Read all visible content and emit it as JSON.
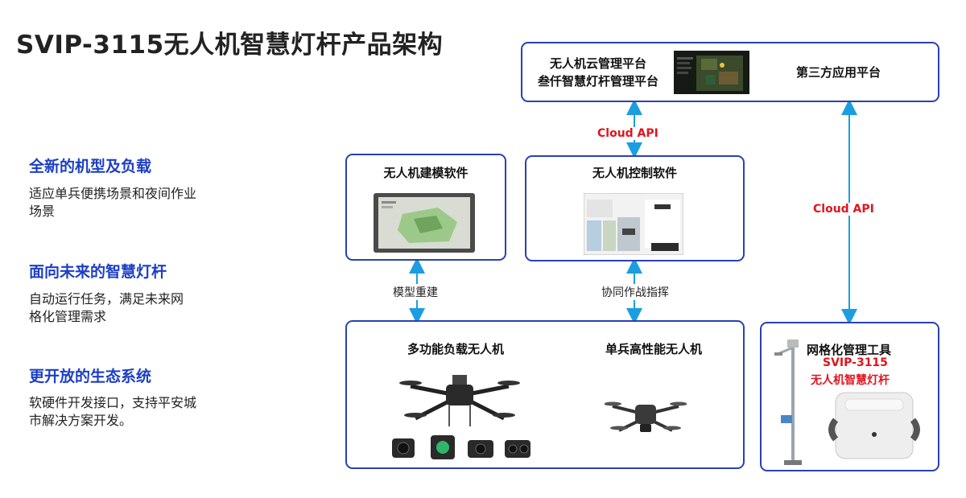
{
  "title": "SVIP-3115无人机智慧灯杆产品架构",
  "features": [
    {
      "heading": "全新的机型及负载",
      "body": "适应单兵便携场景和夜间作业场景"
    },
    {
      "heading": "面向未来的智慧灯杆",
      "body": "自动运行任务，满足未来网格化管理需求"
    },
    {
      "heading": "更开放的生态系统",
      "body": "软硬件开发接口，支持平安城市解决方案开发。"
    }
  ],
  "cloud_box": {
    "line1": "无人机云管理平台",
    "line2": "叁仟智慧灯杆管理平台",
    "third_party": "第三方应用平台"
  },
  "modeling_box": {
    "title": "无人机建模软件"
  },
  "control_box": {
    "title": "无人机控制软件"
  },
  "drone_box": {
    "left_title": "多功能负载无人机",
    "right_title": "单兵高性能无人机"
  },
  "grid_box": {
    "title": "网格化管理工具",
    "model": "SVIP-3115",
    "name": "无人机智慧灯杆"
  },
  "connectors": {
    "cloud_api_1": "Cloud API",
    "cloud_api_2": "Cloud API",
    "model_rebuild": "模型重建",
    "coop_command": "协同作战指挥"
  },
  "colors": {
    "box_border": "#2a41b0",
    "arrow": "#1a9ee0",
    "accent_red": "#e0141e",
    "heading_blue": "#1d3fc4"
  }
}
